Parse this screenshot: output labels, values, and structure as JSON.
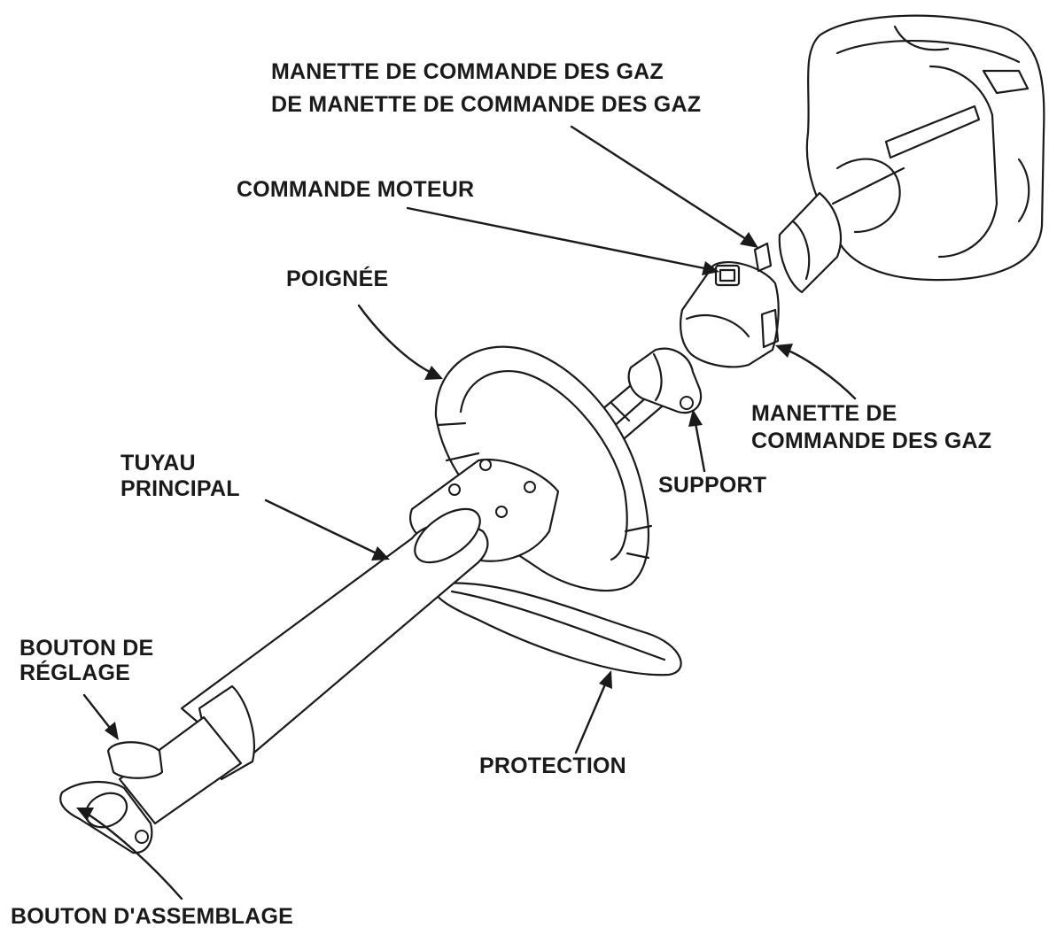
{
  "labels": {
    "throttle_lever_line1": "MANETTE DE COMMANDE DES GAZ",
    "throttle_lever_line2": "DE MANETTE DE COMMANDE DES GAZ",
    "engine_switch": "COMMANDE MOTEUR",
    "handle": "POIGNÉE",
    "main_pipe_line1": "TUYAU",
    "main_pipe_line2": "PRINCIPAL",
    "throttle_right_line1": "MANETTE DE",
    "throttle_right_line2": "COMMANDE DES GAZ",
    "support": "SUPPORT",
    "adjust_knob_line1": "BOUTON DE",
    "adjust_knob_line2": "RÉGLAGE",
    "guard": "PROTECTION",
    "assembly_knob": "BOUTON D'ASSEMBLAGE"
  },
  "colors": {
    "ink": "#1a1a1a",
    "paper": "#ffffff"
  }
}
